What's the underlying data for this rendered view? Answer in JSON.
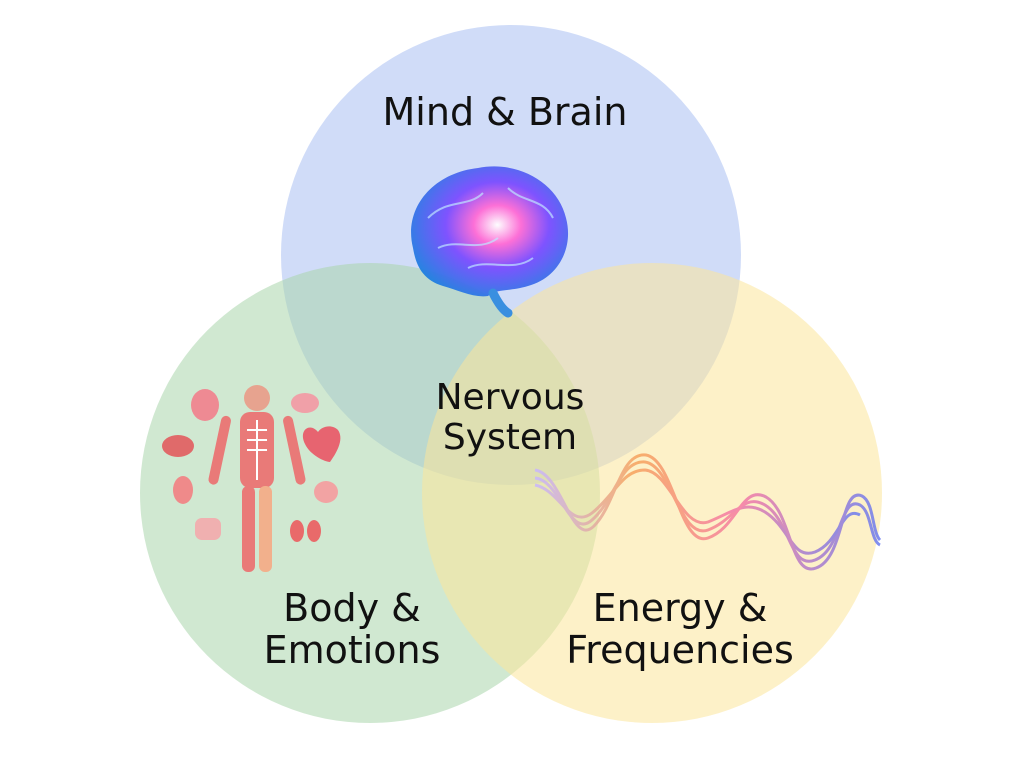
{
  "diagram": {
    "type": "venn",
    "sets": [
      {
        "label": "Mind & Brain",
        "color": "#a9bff2",
        "icon": "brain-icon"
      },
      {
        "label": "Body &\nEmotions",
        "color": "#a9d6ac",
        "icon": "human-anatomy-icon"
      },
      {
        "label": "Energy &\nFrequencies",
        "color": "#fbe59a",
        "icon": "wave-icon"
      }
    ],
    "center_label": "Nervous\nSystem"
  }
}
